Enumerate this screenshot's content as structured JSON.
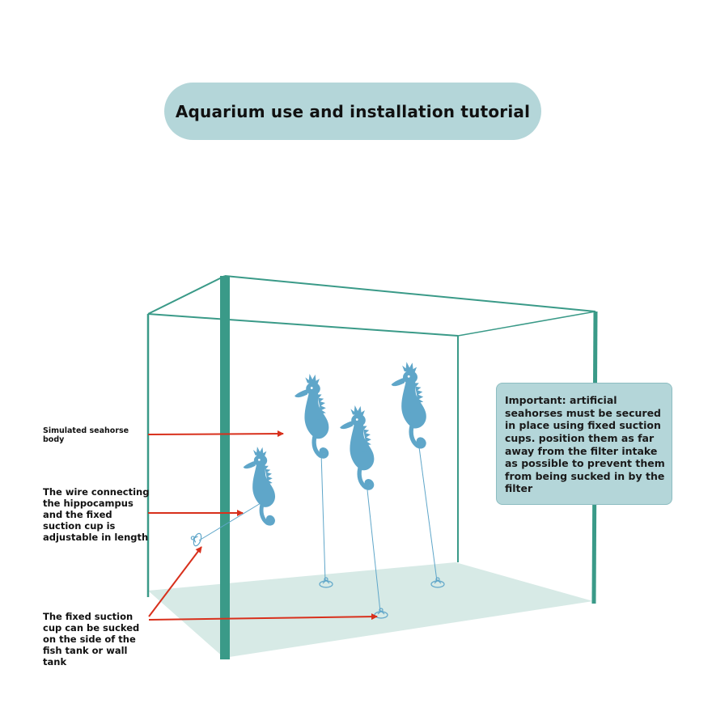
{
  "title": "Aquarium use and installation tutorial",
  "labels": {
    "seahorse_body": "Simulated seahorse body",
    "wire": "The wire connecting the hippocampus and the fixed suction cup is adjustable in length",
    "suction_cup": "The fixed suction cup can be sucked on the side of the fish tank or wall tank"
  },
  "note": "Important: artificial seahorses must be secured in place using fixed suction cups. position them as far away from the filter intake as possible to prevent them from being sucked in by the filter",
  "colors": {
    "tank_frame": "#3a9a88",
    "tank_floor": "#d7eae6",
    "seahorse": "#5fa6c9",
    "arrow": "#d8301c",
    "panel": "#b4d6d9"
  },
  "icons": [
    "seahorse-icon",
    "suction-cup-icon",
    "arrow-icon"
  ]
}
